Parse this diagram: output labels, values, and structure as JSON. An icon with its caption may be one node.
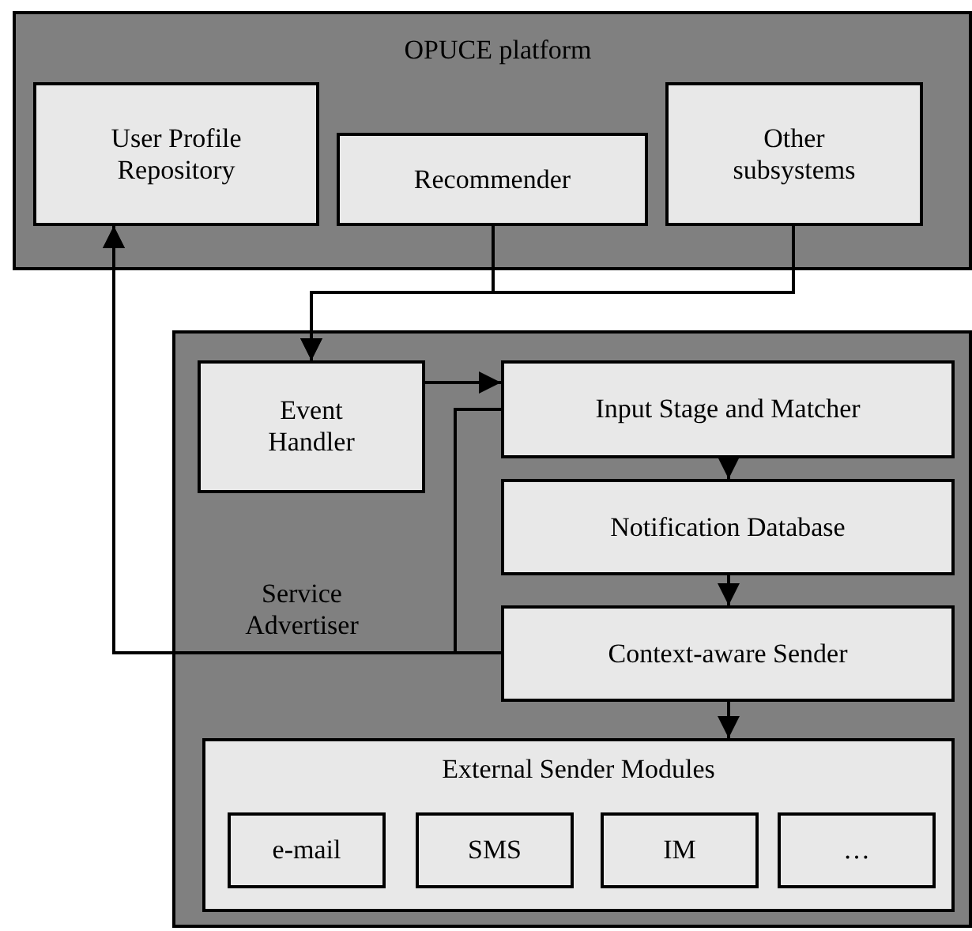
{
  "diagram": {
    "nodes": [
      {
        "text": [
          "OPUCE platform"
        ]
      },
      {
        "text": [
          "User Profile Repository"
        ],
        "in": 0
      },
      {
        "text": [
          "Recommender"
        ],
        "in": 0
      },
      {
        "text": [
          "Other subsystems"
        ],
        "in": 0
      },
      {
        "text": [
          "Service Advertiser"
        ]
      },
      {
        "text": [
          "Event Handler"
        ],
        "in": 4
      },
      {
        "text": [
          "Input Stage and Matcher"
        ],
        "in": 4
      },
      {
        "text": [
          "Notification Database"
        ],
        "in": 4
      },
      {
        "text": [
          "Context-aware Sender"
        ],
        "in": 4
      },
      {
        "text": [
          "External Sender Modules"
        ],
        "in": 4
      },
      {
        "text": [
          "e-mail"
        ],
        "in": 9
      },
      {
        "text": [
          "SMS"
        ],
        "in": 9
      },
      {
        "text": [
          "IM"
        ],
        "in": 9
      },
      {
        "text": [
          "…"
        ],
        "in": 9
      }
    ],
    "edges": [
      {
        "from": 2,
        "to": 5,
        "arrow": "to"
      },
      {
        "from": 3,
        "to": 5,
        "arrow": "to"
      },
      {
        "from": 5,
        "to": 6,
        "arrow": "to"
      },
      {
        "from": 6,
        "to": 7,
        "arrow": "to"
      },
      {
        "from": 7,
        "to": 8,
        "arrow": "to"
      },
      {
        "from": 8,
        "to": 9,
        "arrow": "to"
      },
      {
        "from": 6,
        "to": 1,
        "arrow": "to"
      },
      {
        "from": 8,
        "to": 1,
        "arrow": "to"
      }
    ]
  }
}
